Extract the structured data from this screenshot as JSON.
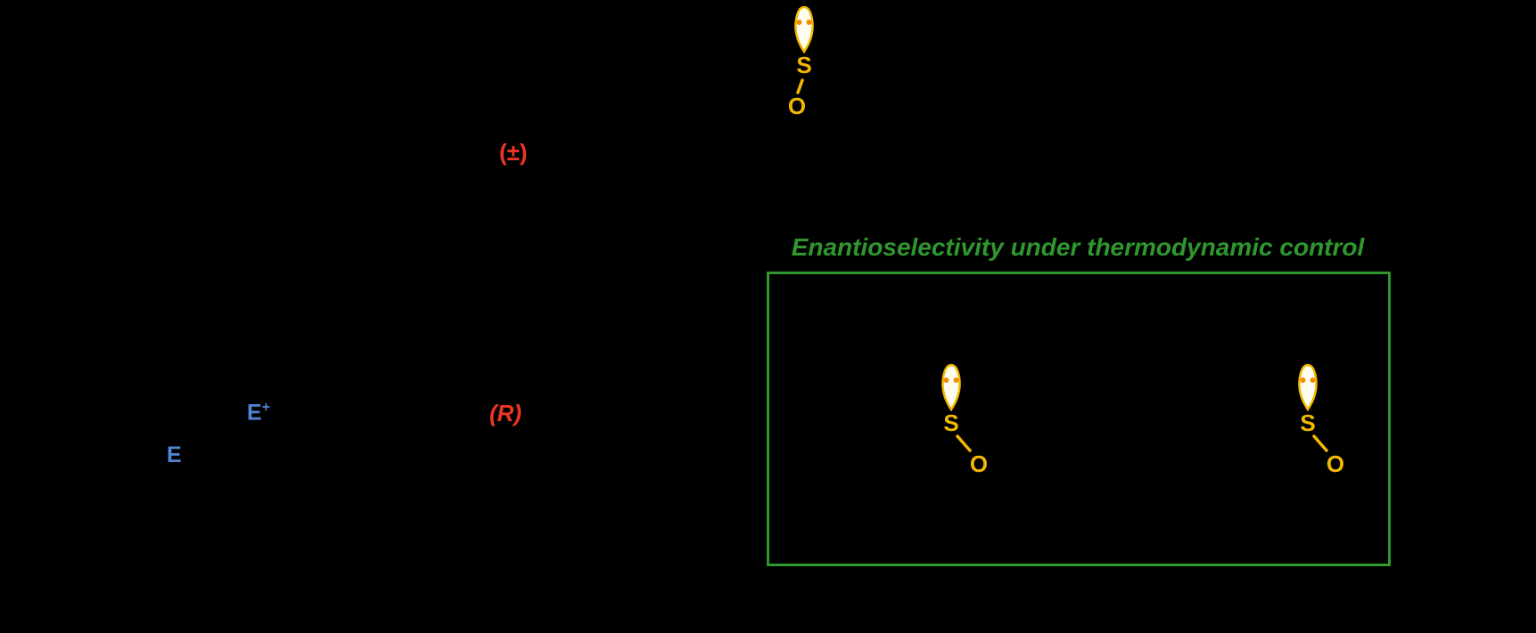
{
  "scene": {
    "background_color": "#000000"
  },
  "labels": {
    "racemic": "(±)",
    "r_configuration": "(R)",
    "electrophile_symbol": "E",
    "electrophile_charge": "+",
    "electrophile": "E"
  },
  "sulfoxide": {
    "sulfur": "S",
    "oxygen": "O"
  },
  "green_box": {
    "title": "Enantioselectivity under thermodynamic control"
  },
  "colors": {
    "red": "#ee3524",
    "blue": "#4f86d6",
    "gold": "#f3b800",
    "orange": "#f08c00",
    "green": "#2e972e",
    "lobe_fill": "#fffdf0",
    "background": "#000000"
  }
}
